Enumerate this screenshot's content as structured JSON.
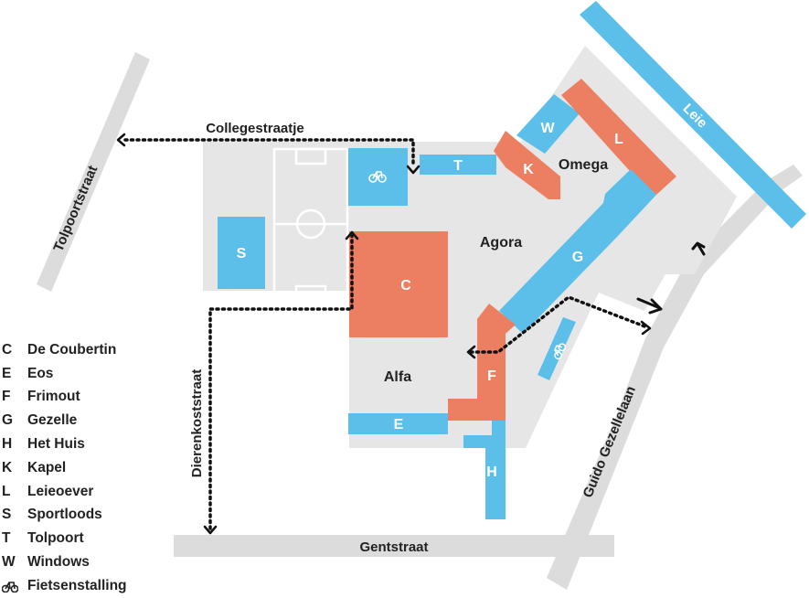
{
  "colors": {
    "campus": "#e6e6e6",
    "road": "#dcdcdc",
    "building_blue": "#5bbfe9",
    "building_orange": "#ec7f62",
    "leie": "#5bbfe9",
    "route": "#111111",
    "field_line": "#ffffff"
  },
  "streets": {
    "collegestraatje": "Collegestraatje",
    "tolpoortstraat": "Tolpoortstraat",
    "dierenkoststraat": "Dierenkoststraat",
    "gentstraat": "Gentstraat",
    "guido_gezellelaan": "Guido Gezellelaan",
    "leie": "Leie"
  },
  "areas": {
    "omega": "Omega",
    "agora": "Agora",
    "alfa": "Alfa"
  },
  "buildings": {
    "C": "C",
    "E": "E",
    "F": "F",
    "G": "G",
    "H": "H",
    "K": "K",
    "L": "L",
    "S": "S",
    "T": "T",
    "W": "W"
  },
  "legend": [
    {
      "code": "C",
      "name": "De Coubertin"
    },
    {
      "code": "E",
      "name": "Eos"
    },
    {
      "code": "F",
      "name": "Frimout"
    },
    {
      "code": "G",
      "name": "Gezelle"
    },
    {
      "code": "H",
      "name": "Het Huis"
    },
    {
      "code": "K",
      "name": "Kapel"
    },
    {
      "code": "L",
      "name": "Leieoever"
    },
    {
      "code": "S",
      "name": "Sportloods"
    },
    {
      "code": "T",
      "name": "Tolpoort"
    },
    {
      "code": "W",
      "name": "Windows"
    },
    {
      "code": "",
      "icon": "bicycle-icon",
      "name": "Fietsenstalling"
    }
  ]
}
